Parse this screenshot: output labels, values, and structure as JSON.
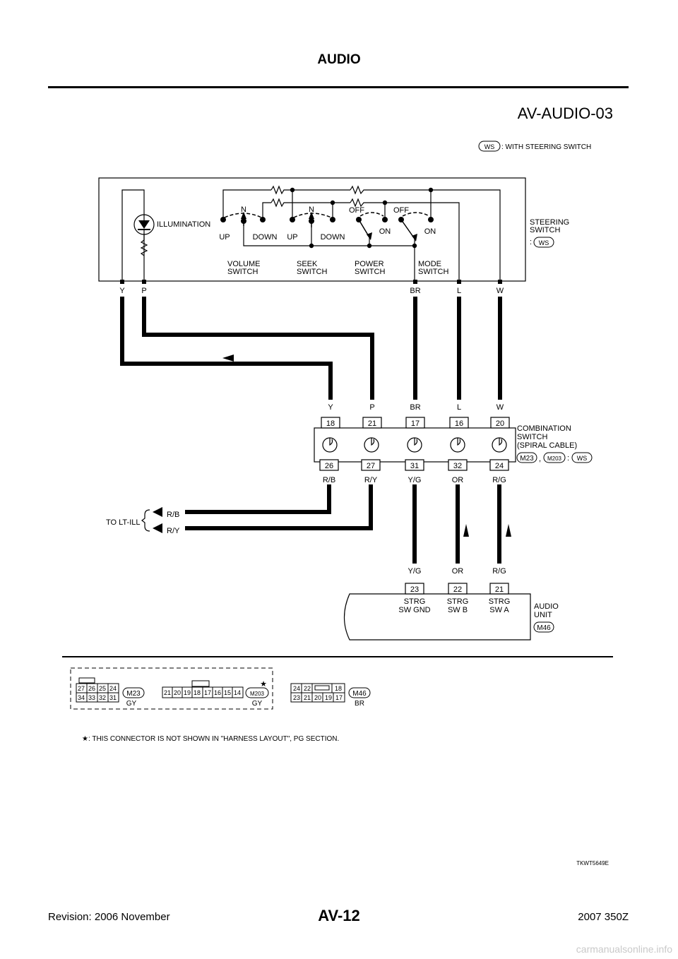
{
  "header": {
    "title": "AUDIO"
  },
  "footer": {
    "page": "AV-12",
    "revision": "Revision: 2006 November",
    "model": "2007 350Z",
    "watermark": "carmanualsonline.info"
  },
  "diagram": {
    "id": "AV-AUDIO-03",
    "legend_tag": "WS",
    "legend_text": ": WITH STEERING SWITCH",
    "steering": {
      "label_l1": "STEERING",
      "label_l2": "SWITCH",
      "label_colon": ":",
      "tag": "WS",
      "illumination": "ILLUMINATION",
      "n1": "N",
      "n2": "N",
      "off1": "OFF",
      "off2": "OFF",
      "on1": "ON",
      "on2": "ON",
      "up1": "UP",
      "down1": "DOWN",
      "up2": "UP",
      "down2": "DOWN",
      "volume_l1": "VOLUME",
      "volume_l2": "SWITCH",
      "seek_l1": "SEEK",
      "seek_l2": "SWITCH",
      "power_l1": "POWER",
      "power_l2": "SWITCH",
      "mode_l1": "MODE",
      "mode_l2": "SWITCH",
      "pins": [
        "Y",
        "P",
        "BR",
        "L",
        "W"
      ]
    },
    "combination": {
      "label_l1": "COMBINATION",
      "label_l2": "SWITCH",
      "label_l3": "(SPIRAL CABLE)",
      "conn1": "M23",
      "comma": ",",
      "conn2": "M203",
      "colon": ":",
      "tag": "WS",
      "top_colors": [
        "Y",
        "P",
        "BR",
        "L",
        "W"
      ],
      "top_pins": [
        "18",
        "21",
        "17",
        "16",
        "20"
      ],
      "bottom_pins": [
        "26",
        "27",
        "31",
        "32",
        "24"
      ],
      "bottom_colors": [
        "R/B",
        "R/Y",
        "Y/G",
        "OR",
        "R/G"
      ]
    },
    "to_lt_ill": {
      "label": "TO LT-ILL",
      "wire1": "R/B",
      "wire2": "R/Y"
    },
    "audio": {
      "label_l1": "AUDIO",
      "label_l2": "UNIT",
      "conn": "M46",
      "colors": [
        "Y/G",
        "OR",
        "R/G"
      ],
      "pins": [
        "23",
        "22",
        "21"
      ],
      "func_l1": [
        "STRG",
        "STRG",
        "STRG"
      ],
      "func_l2": [
        "SW GND",
        "SW B",
        "SW A"
      ]
    },
    "connectors": {
      "m23": {
        "name": "M23",
        "color": "GY",
        "row1": [
          "27",
          "26",
          "25",
          "24"
        ],
        "row2": [
          "34",
          "33",
          "32",
          "31"
        ]
      },
      "m203": {
        "name": "M203",
        "color": "GY",
        "star": "★",
        "row": [
          "21",
          "20",
          "19",
          "18",
          "17",
          "16",
          "15",
          "14"
        ]
      },
      "m46": {
        "name": "M46",
        "color": "BR",
        "row1": [
          "24",
          "22",
          "18"
        ],
        "row2": [
          "23",
          "21",
          "20",
          "19",
          "17"
        ]
      }
    },
    "note": "★: THIS CONNECTOR IS NOT SHOWN IN \"HARNESS LAYOUT\", PG SECTION.",
    "figure_code": "TKWT5649E"
  }
}
